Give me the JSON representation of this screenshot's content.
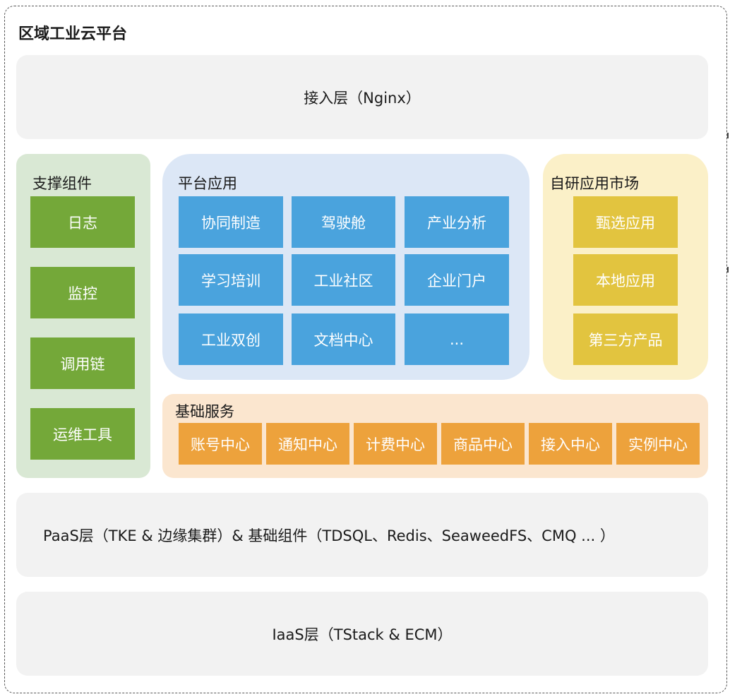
{
  "title": "区域工业云平台",
  "access_layer": "接入层（Nginx）",
  "support": {
    "title": "支撑组件",
    "items": [
      "日志",
      "监控",
      "调用链",
      "运维工具"
    ]
  },
  "platform_apps": {
    "title": "平台应用",
    "items": [
      "协同制造",
      "驾驶舱",
      "产业分析",
      "学习培训",
      "工业社区",
      "企业门户",
      "工业双创",
      "文档中心",
      "..."
    ]
  },
  "market": {
    "title": "自研应用市场",
    "items": [
      "甄选应用",
      "本地应用",
      "第三方产品"
    ]
  },
  "base_services": {
    "title": "基础服务",
    "items": [
      "账号中心",
      "通知中心",
      "计费中心",
      "商品中心",
      "接入中心",
      "实例中心"
    ]
  },
  "paas_layer": "PaaS层（TKE & 边缘集群）& 基础组件（TDSQL、Redis、SeaweedFS、CMQ ... ）",
  "iaas_layer": "IaaS层（TStack & ECM）",
  "colors": {
    "support_panel": "#d9e8d4",
    "support_box": "#74a839",
    "platform_panel": "#dce7f6",
    "platform_box": "#4aa3dd",
    "market_panel": "#fbf0c8",
    "market_box": "#e2c43f",
    "base_panel": "#fbe6cf",
    "base_box": "#eda23c",
    "layer": "#f2f2f2"
  }
}
